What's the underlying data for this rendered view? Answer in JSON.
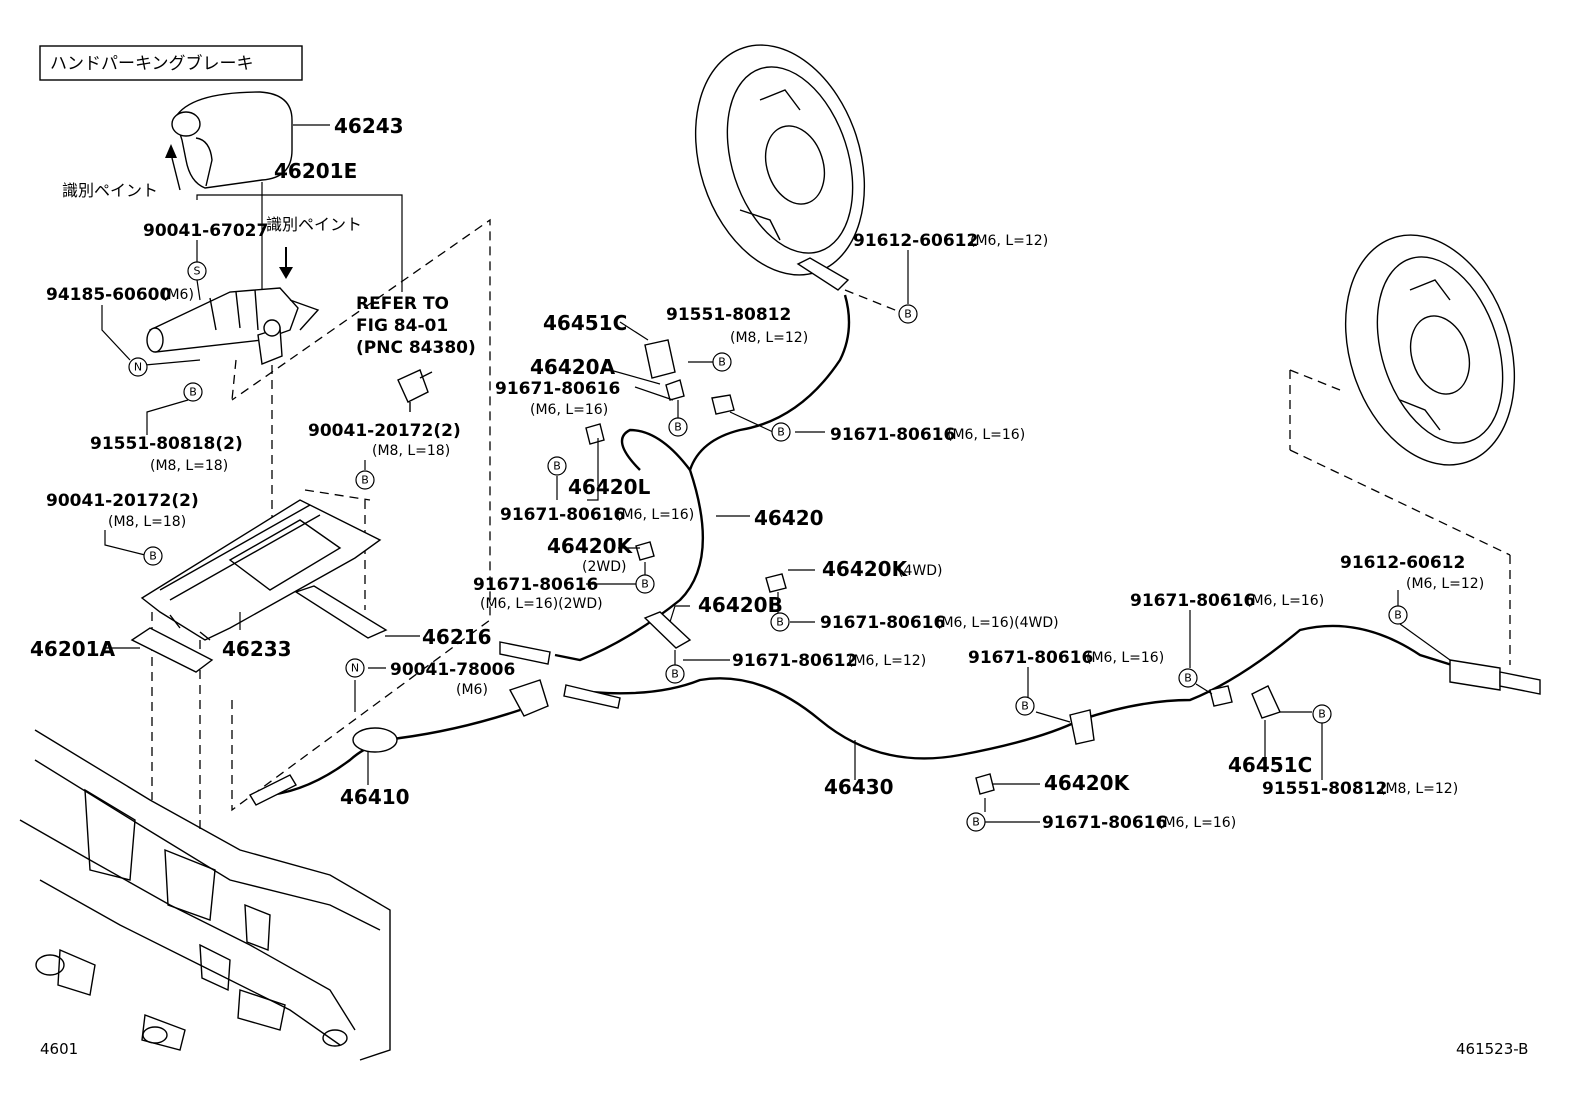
{
  "title_box": "ハンドパーキングブレーキ",
  "fig_code": "4601",
  "ill_code": "461523-B",
  "paint_note": "識別ペイント",
  "refer": {
    "line1": "REFER TO",
    "line2": "FIG 84-01",
    "line3": "(PNC 84380)"
  },
  "symbols": {
    "bolt": "B",
    "nut": "N",
    "screw": "S"
  },
  "labels": {
    "p46243": "46243",
    "p46201E": "46201E",
    "p90041_67027": "90041-67027",
    "p94185_60600": "94185-60600",
    "s_m6": "(M6)",
    "p91551_80818": "91551-80818(2)",
    "s_m8_18": "(M8, L=18)",
    "p90041_20172a": "90041-20172(2)",
    "p90041_20172b": "90041-20172(2)",
    "p46201A": "46201A",
    "p46233": "46233",
    "p46216": "46216",
    "p90041_78006": "90041-78006",
    "p46410": "46410",
    "p46451C_top": "46451C",
    "p91551_80812_top": "91551-80812",
    "s_m8_12": "(M8, L=12)",
    "p46420A": "46420A",
    "p91671_80616_a": "91671-80616",
    "s_m6_16": "(M6, L=16)",
    "p91612_60612_top": "91612-60612",
    "s_m6_12": "(M6, L=12)",
    "p91671_80616_b": "91671-80616",
    "p46420L": "46420L",
    "p91671_80616_c": "91671-80616",
    "p46420": "46420",
    "p46420K_2wd": "46420K",
    "s_2wd": "(2WD)",
    "p91671_80616_d": "91671-80616",
    "s_m6_16_2wd": "(M6, L=16)(2WD)",
    "p46420K_4wd": "46420K",
    "s_4wd": "(4WD)",
    "p46420B": "46420B",
    "p91671_80616_e": "91671-80616",
    "s_m6_16_4wd": "(M6, L=16)(4WD)",
    "p91671_80612": "91671-80612",
    "p91671_80616_f": "91671-80616",
    "p91671_80616_g": "91671-80616",
    "p91612_60612_right": "91612-60612",
    "p46430": "46430",
    "p46420K_low": "46420K",
    "p91671_80616_h": "91671-80616",
    "p46451C_right": "46451C",
    "p91551_80812_right": "91551-80812",
    "s_m8_12b": "(M8, L=12)"
  }
}
